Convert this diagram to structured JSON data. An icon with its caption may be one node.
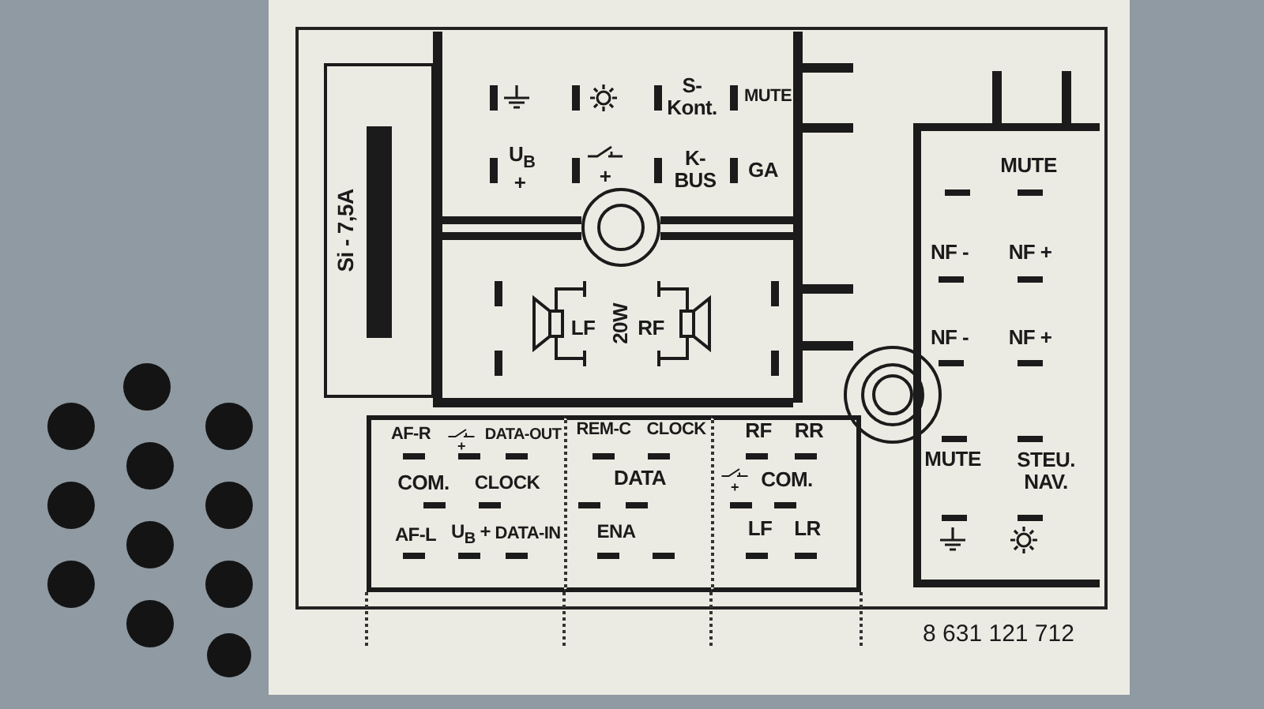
{
  "diagram": {
    "nodes": [
      {
        "text": [
          "Si - 7,5A"
        ]
      },
      {
        "text": [
          "S- Kont.",
          "MUTE",
          "U$_{B}$ +",
          "+",
          "K- BUS",
          "GA",
          "LF",
          "20W",
          "RF"
        ]
      },
      {
        "text": [
          "MUTE",
          "NF -",
          "NF +",
          "NF -",
          "NF +",
          "MUTE",
          "STEU. NAV."
        ]
      },
      {
        "text": [
          "AF-R",
          "+",
          "DATA-OUT",
          "COM.",
          "CLOCK",
          "AF-L",
          "U$_{B}$ +",
          "DATA-IN"
        ]
      },
      {
        "text": [
          "REM-C",
          "CLOCK",
          "DATA",
          "ENA"
        ]
      },
      {
        "text": [
          "RF",
          "RR",
          "+",
          "COM.",
          "LF",
          "LR"
        ]
      },
      {
        "text": [],
        "shape": "bar",
        "in": 0
      }
    ],
    "labels": [
      "8 631 121 712"
    ]
  }
}
